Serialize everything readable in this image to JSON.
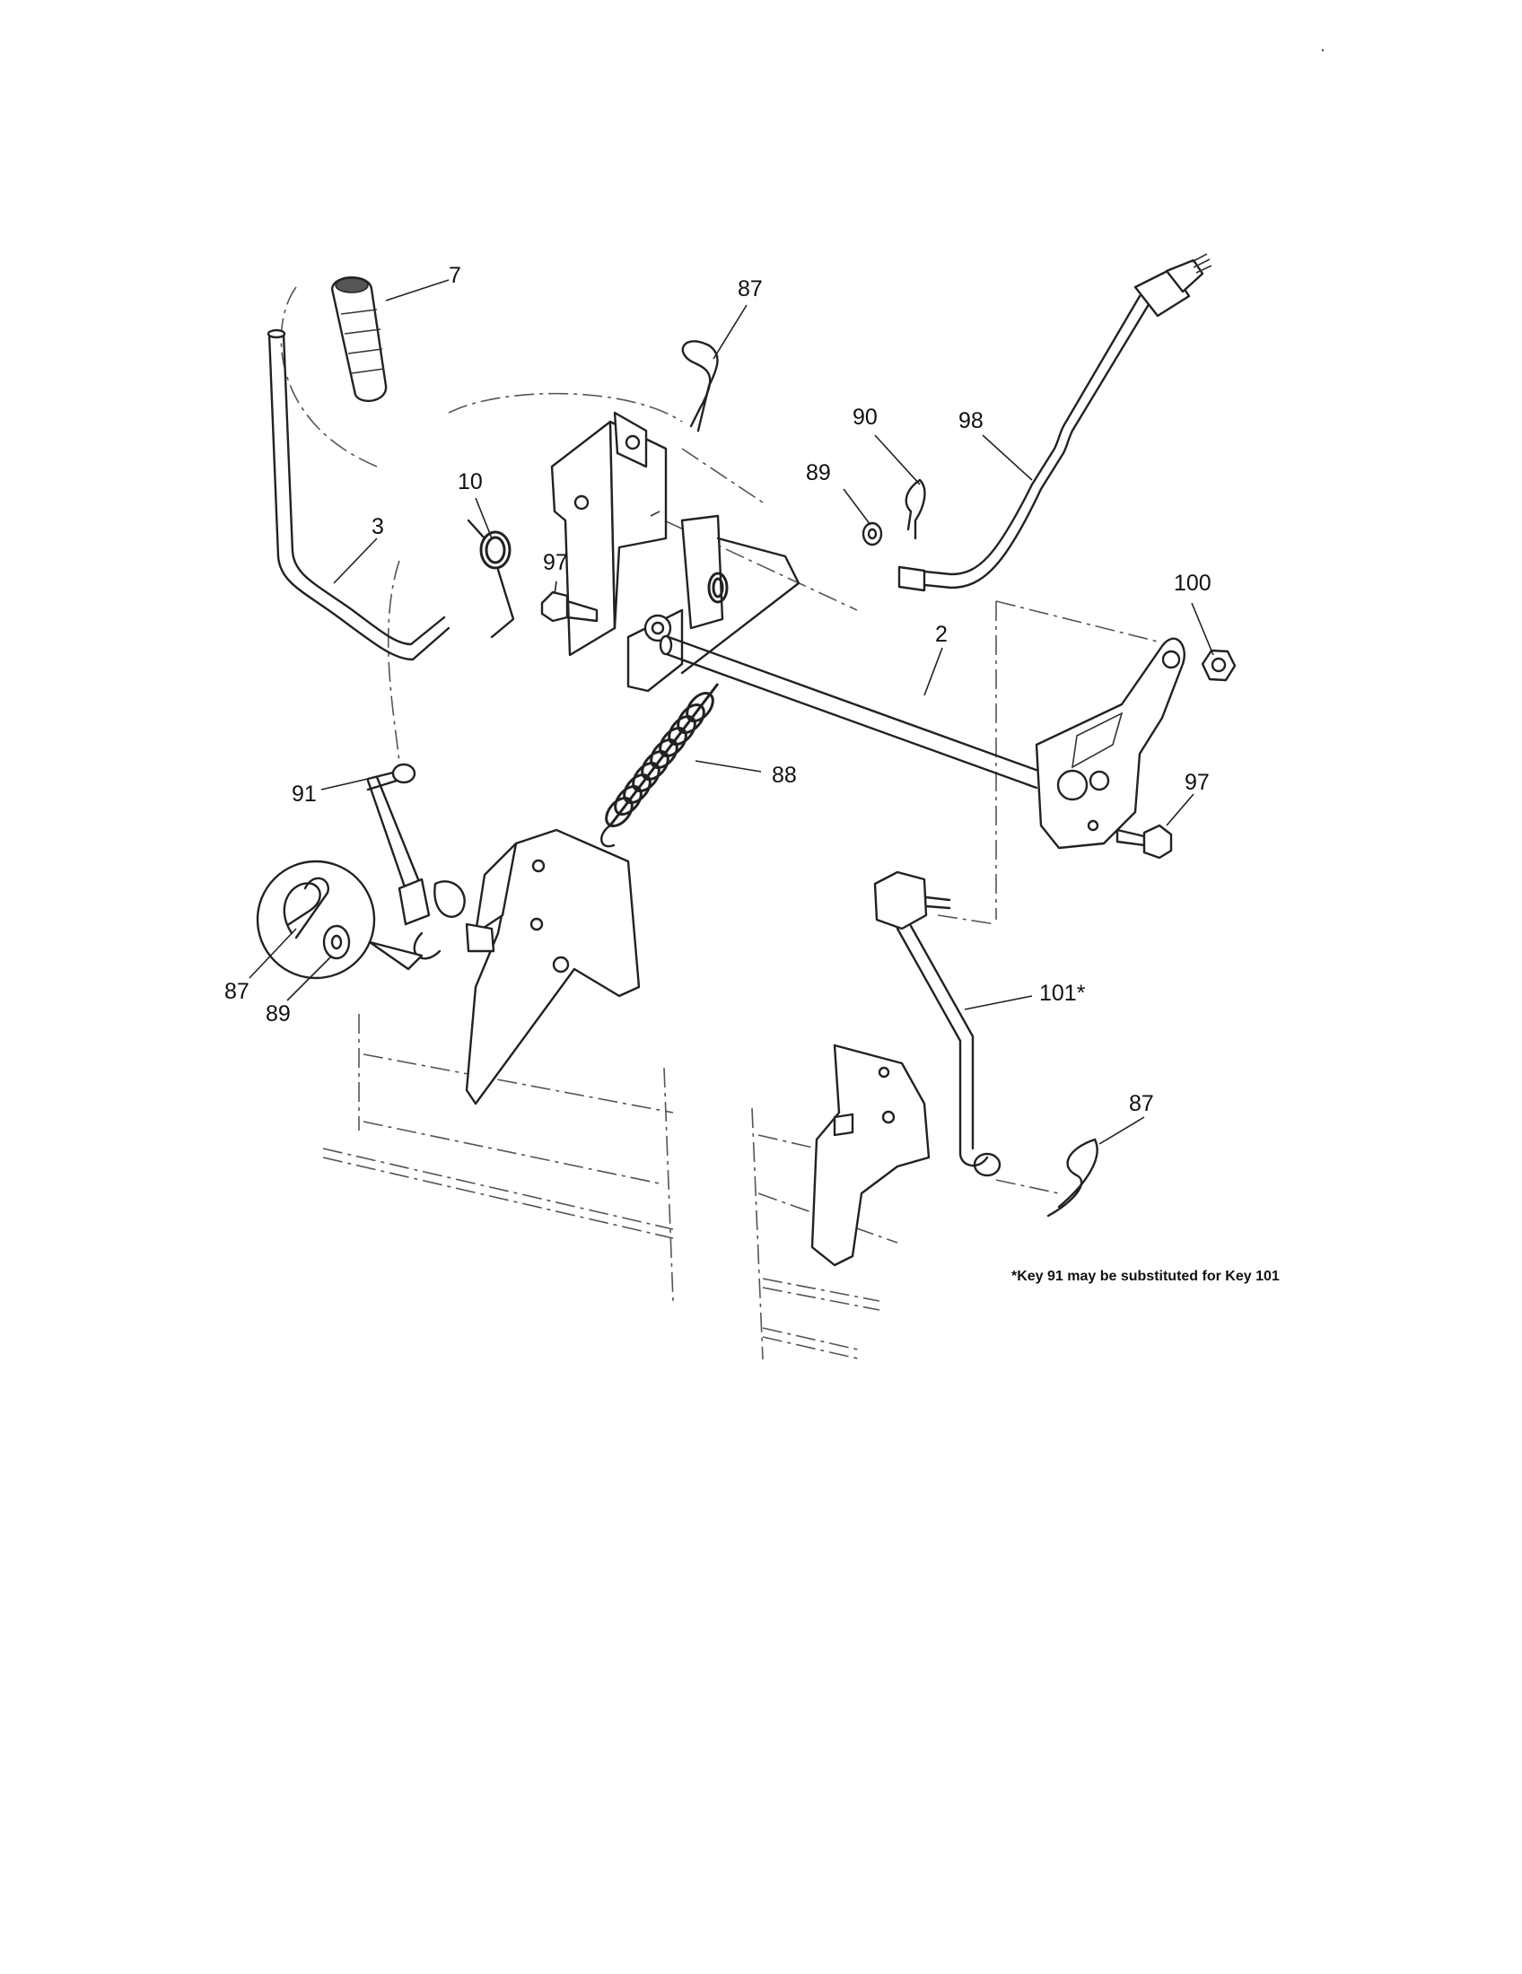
{
  "diagram": {
    "callouts": {
      "c7": "7",
      "c87_top": "87",
      "c90": "90",
      "c98": "98",
      "c89_top": "89",
      "c10": "10",
      "c3": "3",
      "c97_left": "97",
      "c100": "100",
      "c2": "2",
      "c88": "88",
      "c97_right": "97",
      "c91": "91",
      "c87_detail": "87",
      "c89_detail": "89",
      "c101": "101*",
      "c87_bottom": "87"
    },
    "footnote": "*Key 91 may be substituted for Key 101"
  }
}
